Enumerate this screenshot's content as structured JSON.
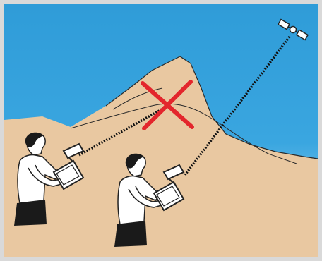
{
  "illustration": {
    "description_icons": [
      "mountain",
      "satellite",
      "person-with-handheld-receiver",
      "blocked-signal-x",
      "clear-signal-line"
    ]
  },
  "colors": {
    "border": "#d9d9d9",
    "sky": "#2f9cd8",
    "sky_bottom": "#8fcdf0",
    "ground": "#e9c8a1",
    "mountain": "#e9c8a1",
    "outline": "#222222",
    "cross": "#e3262c",
    "signal": "#111111"
  }
}
